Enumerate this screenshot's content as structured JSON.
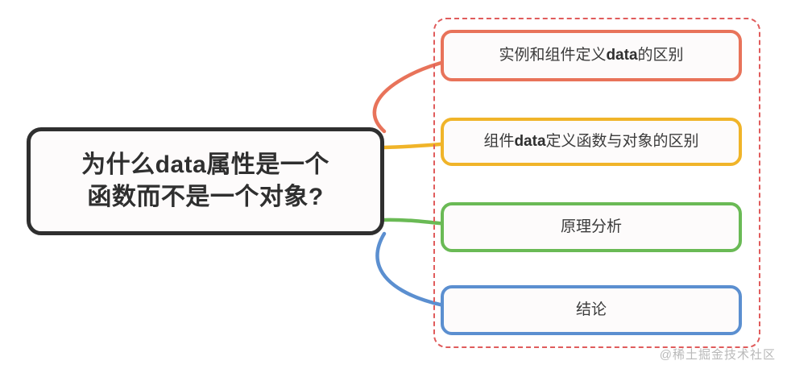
{
  "diagram": {
    "type": "mindmap",
    "background_color": "#ffffff",
    "root": {
      "text": "为什么data属性是一个\n函数而不是一个对象?",
      "border_color": "#2f2f2f",
      "fill_color": "#fdfbfb",
      "text_color": "#2f2f2f"
    },
    "group": {
      "border_color": "#e05c5c",
      "border_style": "dashed"
    },
    "children": [
      {
        "text_plain": "实例和组件定义data的区别",
        "text_pre": "实例和组件定义",
        "text_bold": "data",
        "text_post": "的区别",
        "color": "#e8735a",
        "connector_color": "#e8735a"
      },
      {
        "text_plain": "组件data定义函数与对象的区别",
        "text_pre": "组件",
        "text_bold": "data",
        "text_post": "定义函数与对象的区别",
        "color": "#f0b429",
        "connector_color": "#f0b429"
      },
      {
        "text_plain": "原理分析",
        "text_pre": "原理分析",
        "text_bold": "",
        "text_post": "",
        "color": "#6aba55",
        "connector_color": "#6aba55"
      },
      {
        "text_plain": "结论",
        "text_pre": "结论",
        "text_bold": "",
        "text_post": "",
        "color": "#5b8fd0",
        "connector_color": "#5b8fd0"
      }
    ],
    "watermark": "@稀土掘金技术社区"
  }
}
